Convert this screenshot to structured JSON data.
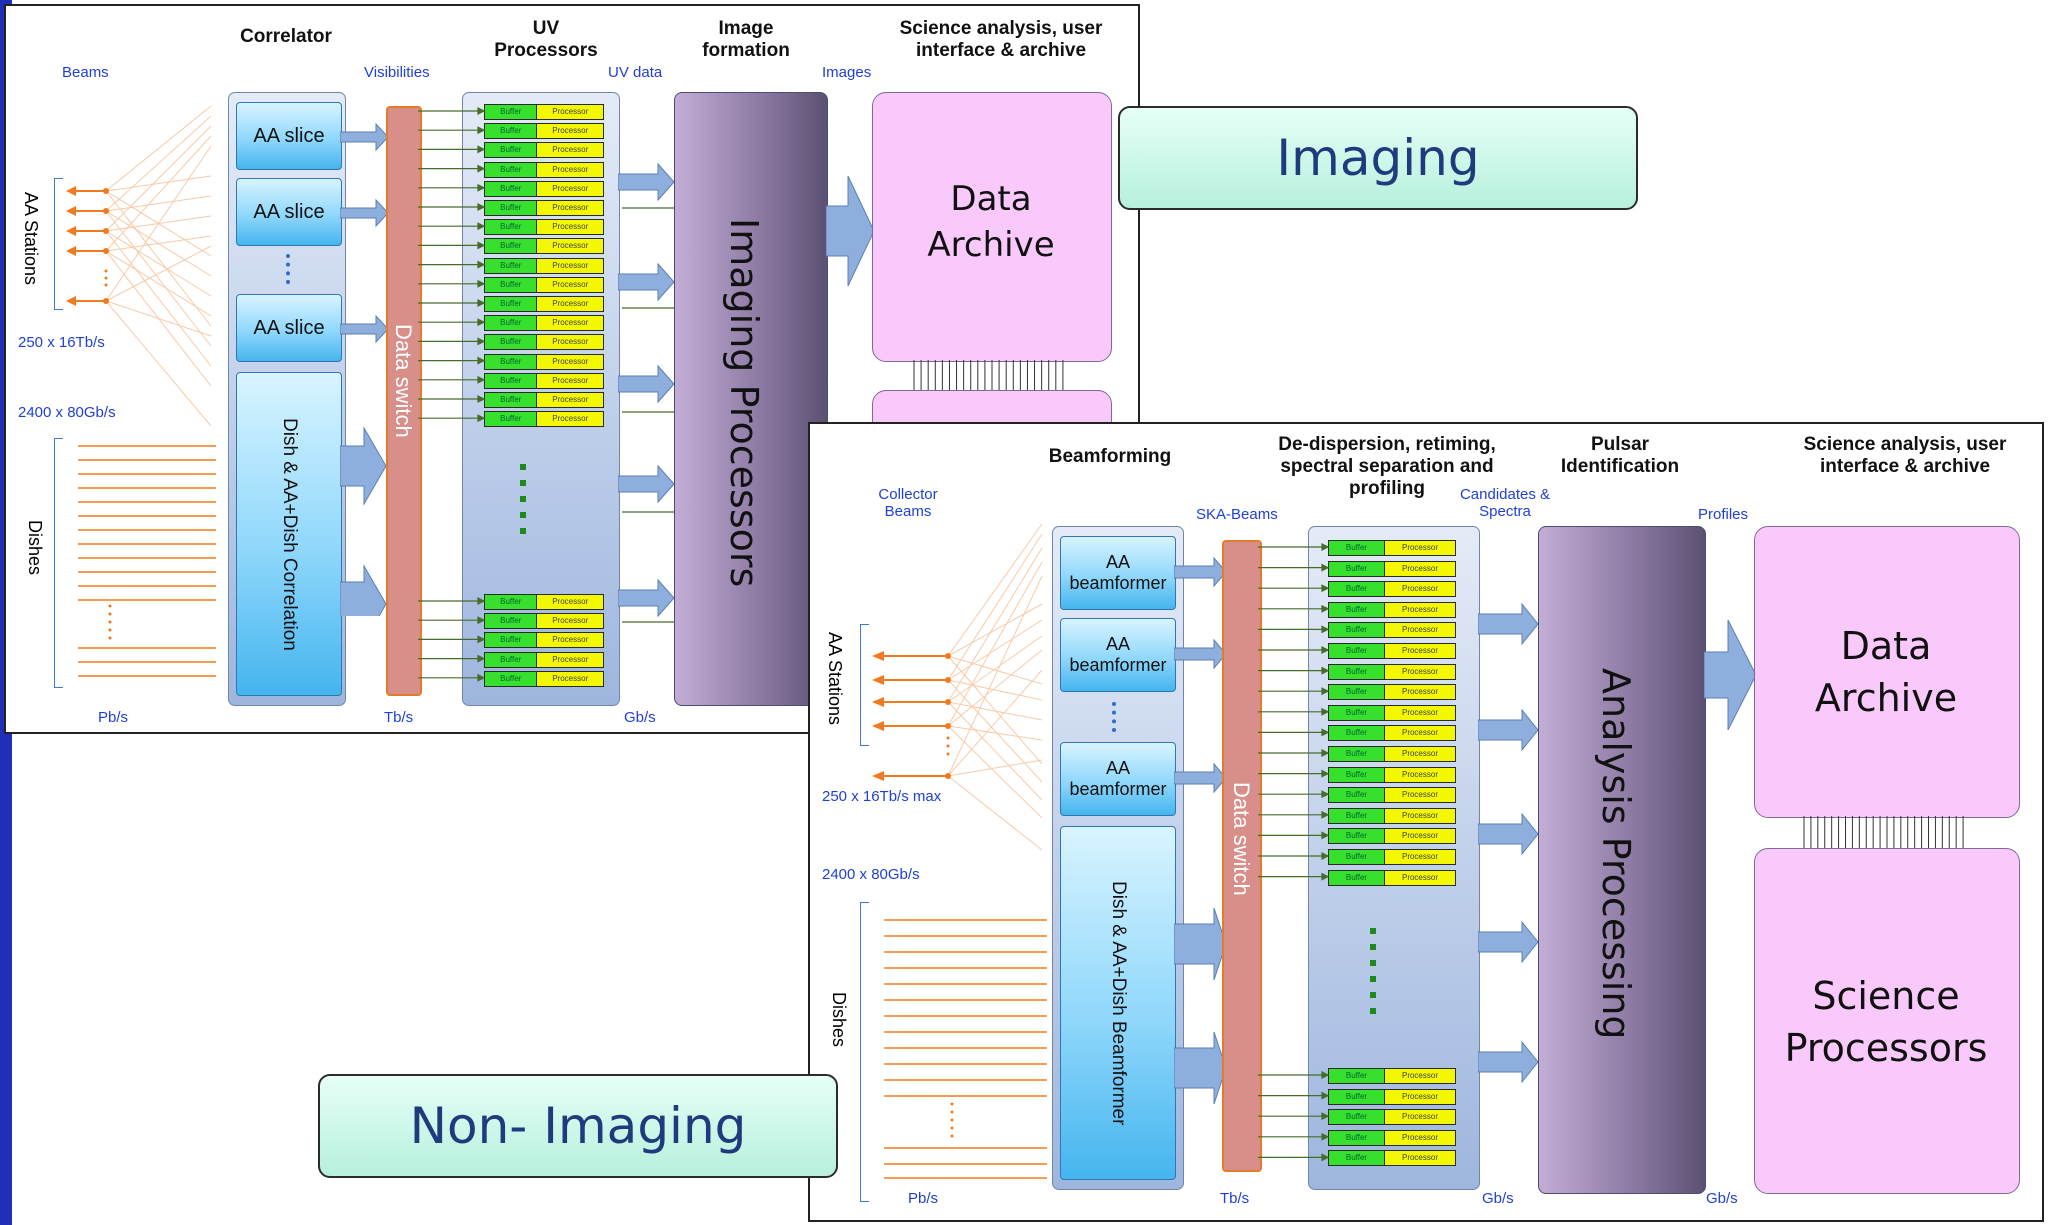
{
  "imaging": {
    "headers": {
      "correlator": "Correlator",
      "uv_processors": "UV\nProcessors",
      "image_formation": "Image\nformation",
      "science": "Science analysis, user\ninterface & archive"
    },
    "flow_labels": {
      "beams": "Beams",
      "visibilities": "Visibilities",
      "uv_data": "UV data",
      "images": "Images"
    },
    "left_labels": {
      "aa_stations": "AA Stations",
      "dishes": "Dishes",
      "rate_aa": "250 x 16Tb/s",
      "rate_dish": "2400 x 80Gb/s"
    },
    "slices": [
      "AA slice",
      "AA slice",
      "AA slice"
    ],
    "correlation": "Dish & AA+Dish Correlation",
    "data_switch": "Data  switch",
    "buffer": "Buffer",
    "processor": "Processor",
    "imaging_processors": "Imaging Processors",
    "archive": "Data\nArchive",
    "units": {
      "pb": "Pb/s",
      "tb": "Tb/s",
      "gb": "Gb/s"
    }
  },
  "non_imaging": {
    "headers": {
      "beamforming": "Beamforming",
      "dedispersion": "De-dispersion, retiming,\nspectral separation and\nprofiling",
      "pulsar": "Pulsar\nIdentification",
      "science": "Science analysis, user\ninterface & archive"
    },
    "flow_labels": {
      "collector": "Collector\nBeams",
      "ska_beams": "SKA-Beams",
      "candidates": "Candidates &\nSpectra",
      "profiles": "Profiles"
    },
    "left_labels": {
      "aa_stations": "AA Stations",
      "dishes": "Dishes",
      "rate_aa": "250 x 16Tb/s max",
      "rate_dish": "2400 x 80Gb/s"
    },
    "beamformers": [
      "AA\nbeamformer",
      "AA\nbeamformer",
      "AA\nbeamformer"
    ],
    "dish_beamformer": "Dish & AA+Dish Beamformer",
    "data_switch": "Data  switch",
    "buffer": "Buffer",
    "processor": "Processor",
    "analysis": "Analysis Processing",
    "archive": "Data\nArchive",
    "science_processors": "Science\nProcessors",
    "units": {
      "pb": "Pb/s",
      "tb": "Tb/s",
      "gb1": "Gb/s",
      "gb2": "Gb/s"
    }
  },
  "tags": {
    "imaging": "Imaging",
    "non_imaging": "Non- Imaging"
  },
  "colors": {
    "orange": "#f07a1f",
    "arrow_blue": "#8eaede",
    "pink": "#fac9fc",
    "processor_purple": "#8d7ba4",
    "label_blue": "#1f3fd8"
  }
}
